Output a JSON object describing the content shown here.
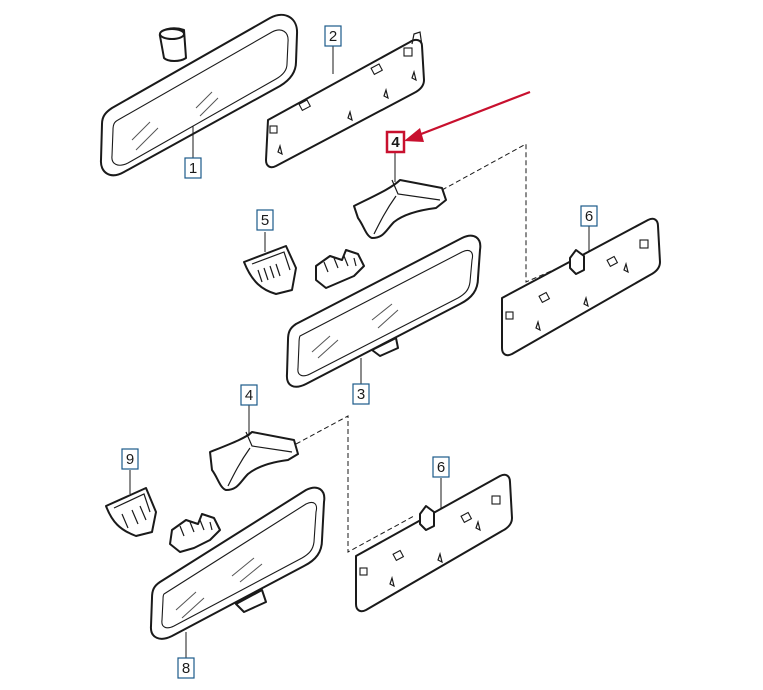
{
  "callouts": {
    "c1": "1",
    "c2": "2",
    "c3": "3",
    "c4_highlight": "4",
    "c4_lower": "4",
    "c5": "5",
    "c6_upper": "6",
    "c6_lower": "6",
    "c8": "8",
    "c9": "9"
  },
  "colors": {
    "callout_border": "#1c5a8a",
    "highlight": "#c8102e",
    "line": "#1a1a1a"
  }
}
